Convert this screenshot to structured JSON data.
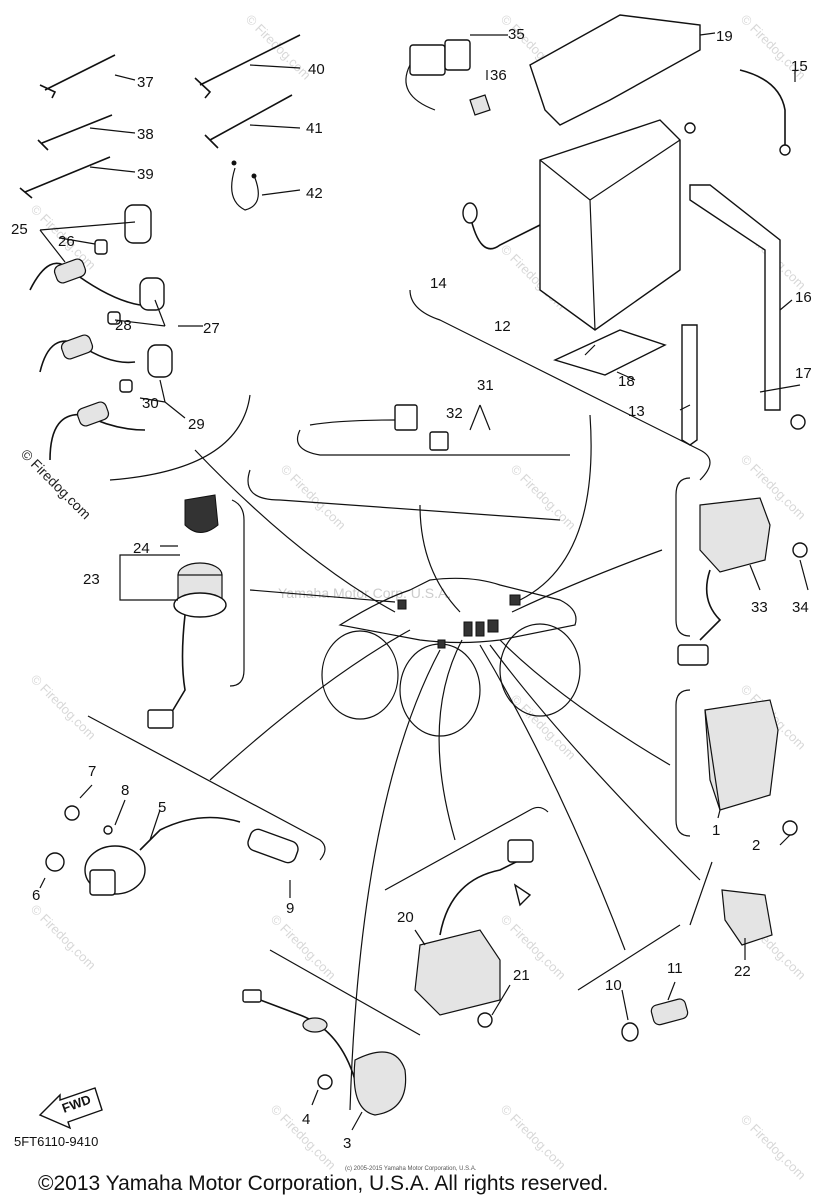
{
  "diagram": {
    "part_callouts": [
      "1",
      "2",
      "3",
      "4",
      "5",
      "6",
      "7",
      "8",
      "9",
      "10",
      "11",
      "12",
      "13",
      "14",
      "15",
      "16",
      "17",
      "18",
      "19",
      "20",
      "21",
      "22",
      "23",
      "24",
      "25",
      "26",
      "27",
      "28",
      "29",
      "30",
      "31",
      "32",
      "33",
      "34",
      "35",
      "36",
      "37",
      "38",
      "39",
      "40",
      "41",
      "42"
    ],
    "watermark_text": "© Firedog.com",
    "side_watermark": "© Firedog.com",
    "center_watermark": "Yamaha Motor Corp. U.S.A.",
    "fwd_label": "FWD",
    "diagram_code": "5FT6110-9410",
    "tiny_notice": "(c) 2005-2015 Yamaha Motor Corporation, U.S.A.",
    "copyright": "©2013 Yamaha Motor Corporation, U.S.A. All rights reserved."
  }
}
